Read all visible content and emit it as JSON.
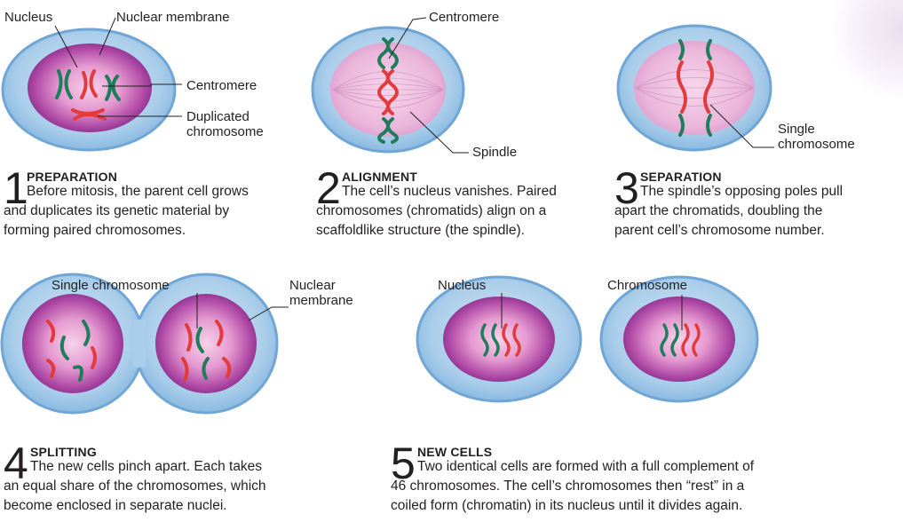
{
  "labels": {
    "s1_nucleus": "Nucleus",
    "s1_nuclear_membrane": "Nuclear membrane",
    "s1_centromere": "Centromere",
    "s1_duplicated": "Duplicated\nchromosome",
    "s2_centromere": "Centromere",
    "s2_spindle": "Spindle",
    "s3_single": "Single\nchromosome",
    "s4_single": "Single chromosome",
    "s4_nuclear_membrane": "Nuclear\nmembrane",
    "s5_nucleus": "Nucleus",
    "s5_chromosome": "Chromosome"
  },
  "steps": [
    {
      "number": "1",
      "title": "PREPARATION",
      "text": "Before mitosis, the parent cell grows\nand duplicates its genetic material by\nforming paired chromosomes."
    },
    {
      "number": "2",
      "title": "ALIGNMENT",
      "text": "The cell’s nucleus vanishes. Paired\nchromosomes (chromatids) align on a\nscaffoldlike structure (the spindle)."
    },
    {
      "number": "3",
      "title": "SEPARATION",
      "text": "The spindle’s opposing poles pull\napart the chromatids, doubling the\nparent cell’s chromosome number."
    },
    {
      "number": "4",
      "title": "SPLITTING",
      "text": "The new cells pinch apart. Each takes\nan equal share of the chromosomes, which\nbecome enclosed in separate nuclei."
    },
    {
      "number": "5",
      "title": "NEW CELLS",
      "text": "Two identical cells are formed with a full complement of\n46 chromosomes. The cell’s chromosomes then “rest” in a\ncoiled form (chromatin) in its nucleus until it divides again."
    }
  ],
  "colors": {
    "cytoplasm": "#a9cdea",
    "membrane": "#6fa6d6",
    "nucleus_light": "#f2c6e3",
    "nucleus_dark": "#8a2f8c",
    "chromosome_red": "#e23b3b",
    "chromosome_green": "#1f7d5b"
  }
}
